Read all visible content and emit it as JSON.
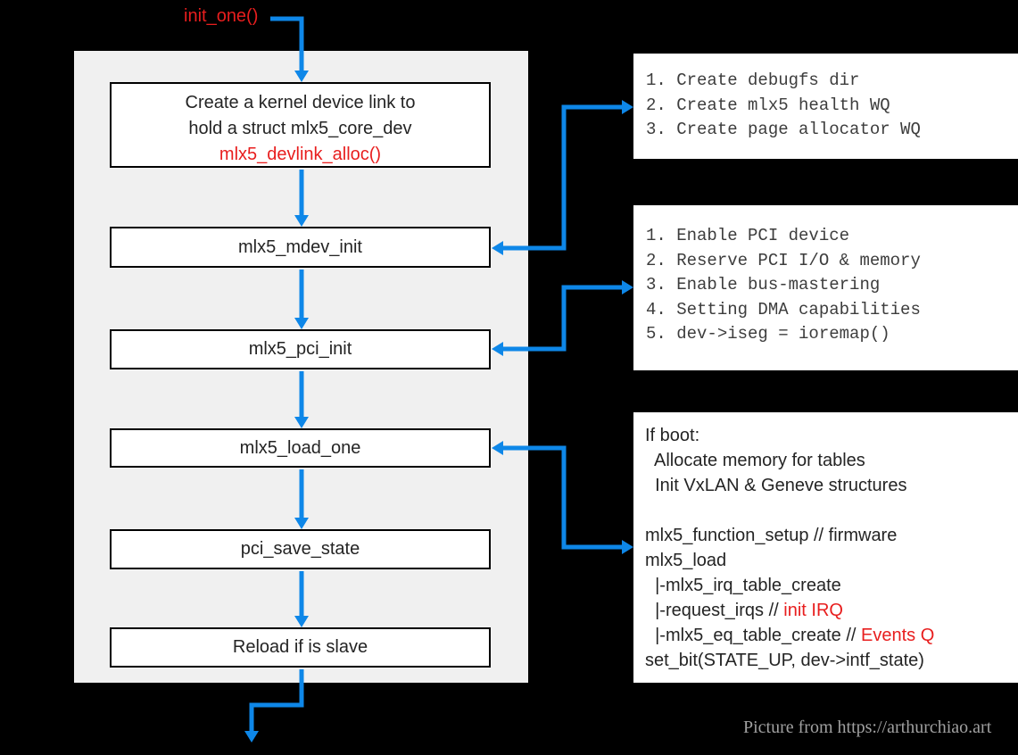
{
  "colors": {
    "background": "#000000",
    "panel": "#f0f0f0",
    "box_bg": "#ffffff",
    "box_border": "#000000",
    "arrow": "#0e87e8",
    "red": "#e81e1e",
    "text_dark": "#242424",
    "mono_text": "#3d3d3d",
    "attribution": "#a0a0a0"
  },
  "entry": {
    "label": "init_one()"
  },
  "flow": {
    "boxes": [
      {
        "lines": [
          "Create a kernel device link to",
          "hold a struct mlx5_core_dev"
        ],
        "red_line": "mlx5_devlink_alloc()"
      },
      {
        "label": "mlx5_mdev_init"
      },
      {
        "label": "mlx5_pci_init"
      },
      {
        "label": "mlx5_load_one"
      },
      {
        "label": "pci_save_state"
      },
      {
        "label": "Reload if is slave"
      }
    ]
  },
  "notes": [
    {
      "title": "mdev-init-steps",
      "lines": [
        {
          "pre": "1. Create debugfs dir",
          "red": ""
        },
        {
          "pre": "2. Create mlx5 health WQ",
          "red": ""
        },
        {
          "pre": "3. Create page allocator WQ",
          "red": ""
        }
      ]
    },
    {
      "title": "pci-init-steps",
      "lines": [
        {
          "pre": "1. Enable PCI device",
          "red": ""
        },
        {
          "pre": "2. Reserve PCI I/O & memory",
          "red": ""
        },
        {
          "pre": "3. Enable bus-mastering",
          "red": ""
        },
        {
          "pre": "4. Setting DMA capabilities",
          "red": ""
        },
        {
          "pre": "5. dev->iseg = ioremap()",
          "red": ""
        }
      ]
    },
    {
      "title": "load-one-details",
      "lines": [
        {
          "pre": "If boot:",
          "red": ""
        },
        {
          "pre": "  Allocate memory for tables",
          "red": ""
        },
        {
          "pre": "  Init VxLAN & Geneve structures",
          "red": ""
        },
        {
          "pre": "",
          "red": ""
        },
        {
          "pre": "mlx5_function_setup // firmware",
          "red": ""
        },
        {
          "pre": "mlx5_load",
          "red": ""
        },
        {
          "pre": "  |-mlx5_irq_table_create",
          "red": ""
        },
        {
          "pre": "  |-request_irqs // ",
          "red": "init IRQ"
        },
        {
          "pre": "  |-mlx5_eq_table_create // ",
          "red": "Events Q"
        },
        {
          "pre": "set_bit(STATE_UP, dev->intf_state)",
          "red": ""
        }
      ]
    }
  ],
  "attribution": "Picture from https://arthurchiao.art"
}
